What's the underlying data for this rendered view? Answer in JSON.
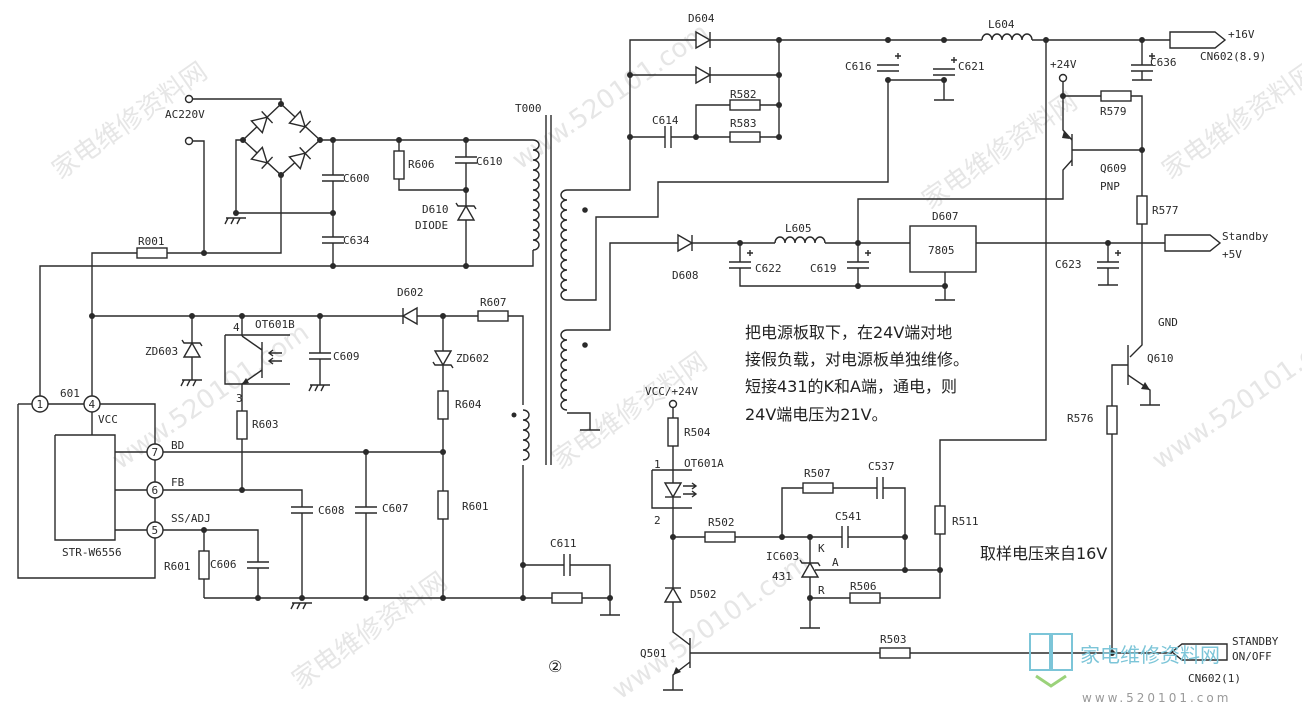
{
  "labels": {
    "AC220V": "AC220V",
    "T000": "T000",
    "R606": "R606",
    "C610": "C610",
    "C600": "C600",
    "C634": "C634",
    "D610": "D610",
    "DIODE": "DIODE",
    "R001": "R001",
    "D602": "D602",
    "R607": "R607",
    "ZD603": "ZD603",
    "pin4b": "4",
    "OT601B": "OT601B",
    "pin3b": "3",
    "C609": "C609",
    "ZD602": "ZD602",
    "R604": "R604",
    "R603": "R603",
    "IC601": "601",
    "VCC": "VCC",
    "BD": "BD",
    "FB": "FB",
    "SSADJ": "SS/ADJ",
    "STRW6556": "STR-W6556",
    "pin1": "1",
    "pin4": "4",
    "pin7": "7",
    "pin6": "6",
    "pin5": "5",
    "C608": "C608",
    "C607": "C607",
    "R601": "R601",
    "R601b": "R601",
    "C606": "C606",
    "C611": "C611",
    "fig": "②",
    "D604": "D604",
    "R582": "R582",
    "R583": "R583",
    "C614": "C614",
    "C616": "C616",
    "C621": "C621",
    "L604": "L604",
    "p24V": "+24V",
    "R579": "R579",
    "C636": "C636",
    "CN602_89": "CN602(8.9)",
    "p16V": "+16V",
    "Q609": "Q609",
    "PNP": "PNP",
    "R577": "R577",
    "D607": "D607",
    "U7805": "7805",
    "L605": "L605",
    "D608": "D608",
    "C622": "C622",
    "C619": "C619",
    "C623": "C623",
    "Standby": "Standby",
    "p5V": "+5V",
    "GND": "GND",
    "Q610": "Q610",
    "R576": "R576",
    "VCC24": "VCC/+24V",
    "R504": "R504",
    "pin1a": "1",
    "OT601A": "OT601A",
    "pin2a": "2",
    "R502": "R502",
    "R507": "R507",
    "C537": "C537",
    "C541": "C541",
    "IC603": "IC603",
    "U431": "431",
    "K": "K",
    "A": "A",
    "R": "R",
    "R506": "R506",
    "R511": "R511",
    "sample": "取样电压来自16V",
    "D502": "D502",
    "Q501": "Q501",
    "R503": "R503",
    "STANDBY": "STANDBY",
    "ONOFF": "ON/OFF",
    "CN602_1": "CN602(1)"
  },
  "note": [
    "把电源板取下，在24V端对地",
    "接假负载，对电源板单独维修。",
    "短接431的K和A端，通电，则",
    "24V端电压为21V。"
  ],
  "watermark": {
    "site_name": "家电维修资料网",
    "site_url": "www.520101.com",
    "logo_color": "#7cc5d8",
    "logo_accent": "#e05050"
  },
  "colors": {
    "ink": "#2a2a2a",
    "paper": "#ffffff"
  }
}
